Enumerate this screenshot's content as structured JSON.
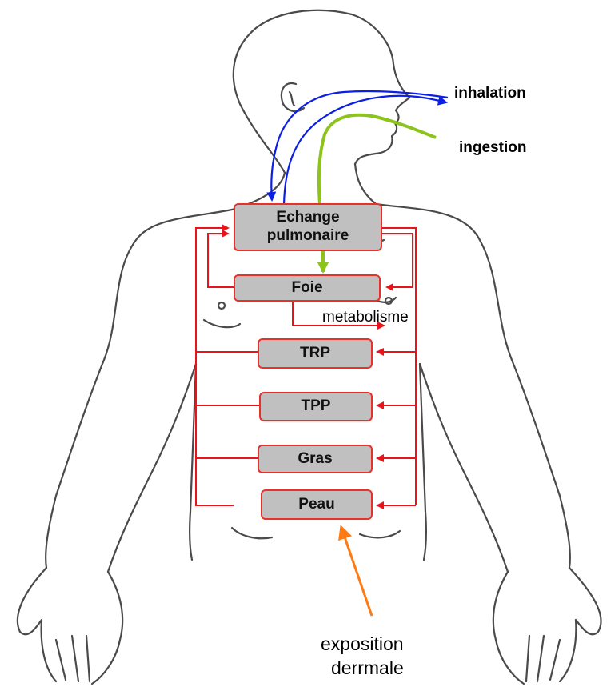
{
  "routes": {
    "inhalation": "inhalation",
    "ingestion": "ingestion",
    "exposition_line1": "exposition",
    "exposition_line2": "derrmale"
  },
  "compartments": {
    "lung": "Echange pulmonaire",
    "liver": "Foie",
    "trp": "TRP",
    "tpp": "TPP",
    "fat": "Gras",
    "skin": "Peau"
  },
  "process": {
    "metabolism": "metabolisme"
  },
  "colors": {
    "inhalation": "#0a1ee6",
    "ingestion": "#8cc41c",
    "blood_flow": "#e8141a",
    "dermal": "#ff7a10",
    "box_fill": "#c0c0c0",
    "box_border": "#e8312a",
    "body_outline": "#4a4a4a"
  },
  "icons": {
    "body": "human-torso-outline-icon"
  }
}
